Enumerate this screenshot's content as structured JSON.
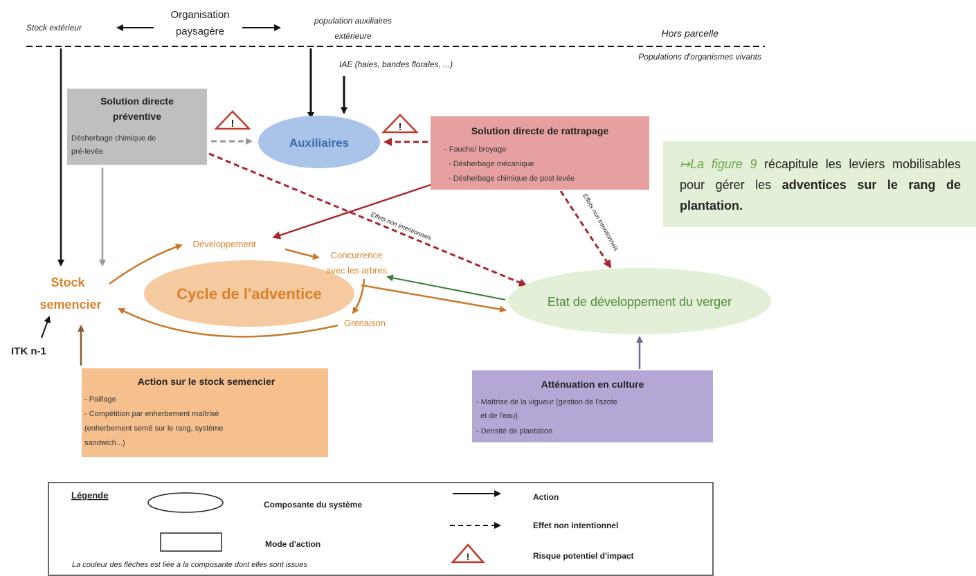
{
  "diagram": {
    "top": {
      "organisation": [
        "Organisation",
        "paysagère"
      ],
      "stock_exterieur": "Stock extérieur",
      "population_auxiliaires": [
        "population auxiliaires",
        "extérieure"
      ],
      "hors_parcelle": "Hors parcelle",
      "populations_organismes": "Populations d'organismes vivants",
      "iae": "IAE (haies, bandes florales, ...)"
    },
    "boxes": {
      "preventive": {
        "title": [
          "Solution directe",
          "préventive"
        ],
        "body": [
          "Désherbage chimique de",
          "pré-levée"
        ]
      },
      "rattrapage": {
        "title": "Solution directe de rattrapage",
        "items": [
          "- Fauche/ broyage",
          "- Désherbage mécanique",
          "- Désherbage chimique de post levée"
        ]
      },
      "stock_action": {
        "title": "Action sur  le stock semencier",
        "items": [
          "- Paillage",
          "- Compétition par enherbement  maîtrisé",
          "(enherbement semé sur le rang, système",
          "sandwich...)"
        ]
      },
      "attenuation": {
        "title": "Atténuation en culture",
        "items": [
          "- Maîtrise de la vigueur (gestion de l'azote",
          "et de l'eau)",
          "- Densité de plantation"
        ]
      }
    },
    "nodes": {
      "auxiliaires": "Auxiliaires",
      "cycle": "Cycle de l'adventice",
      "verger": "Etat de développement du verger",
      "stock": [
        "Stock",
        "semencier"
      ],
      "itk": "ITK n-1",
      "developpement": "Développement",
      "concurrence": [
        "Concurrence",
        "avec les arbres"
      ],
      "grenaison": "Grenaison"
    },
    "edge_labels": {
      "effets_non_intentionnels": "Effets non intentionnels",
      "effets_non_intentionnels_2": "Effets non intentionnels"
    },
    "legend": {
      "title": "Légende",
      "composante": "Composante du système",
      "mode": "Mode d'action",
      "note": "La couleur des flèches est liée à la composante dont elles sont issues",
      "action": "Action",
      "effet": "Effet non intentionnel",
      "risque": "Risque potentiel d'impact"
    }
  },
  "sidebar": {
    "arrow": "↦",
    "link": "La figure 9",
    "text_a": " récapitule les leviers mobilisables pour gérer les ",
    "bold": "adventices sur le rang de plantation."
  },
  "colors": {
    "orange": "#d9822b",
    "dark_red": "#a8252c",
    "blue_fill": "#a9c4e8",
    "cycle_fill": "#f6caa0",
    "verger_fill": "#e3efd6",
    "grey_box": "#bfbfbf",
    "red_box": "#e6a0a0",
    "orange_box": "#f6c08e",
    "purple_box": "#b4a7d6"
  }
}
